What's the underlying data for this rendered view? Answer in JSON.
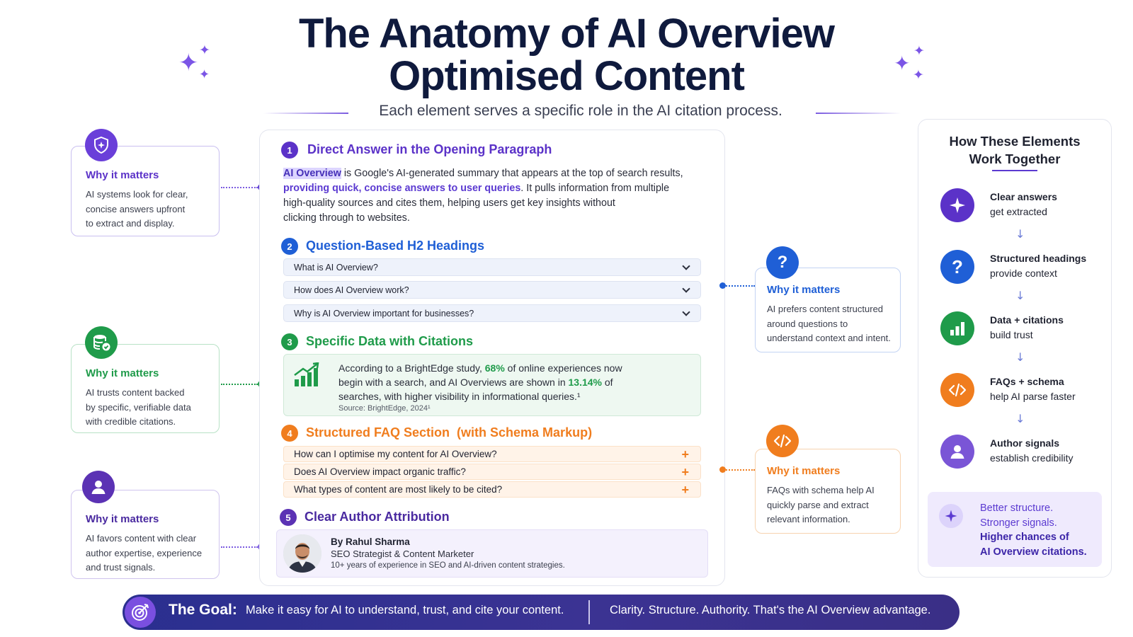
{
  "header": {
    "title_line1": "The Anatomy of AI Overview",
    "title_line2": "Optimised Content",
    "subtitle": "Each element serves a specific role in the AI citation process."
  },
  "colors": {
    "purple": "#6a3fd9",
    "blue": "#1f5fd6",
    "green": "#1f9b4a",
    "orange": "#f07d1e",
    "author": "#5b32b4",
    "navy": "#0f1a3d"
  },
  "left_cards": [
    {
      "icon": "shield-sparkle-icon",
      "title": "Why it matters",
      "line1": "AI systems look for clear,",
      "line2": "concise answers upfront",
      "line3": "to extract and display."
    },
    {
      "icon": "database-check-icon",
      "title": "Why it matters",
      "line1": "AI trusts content backed",
      "line2": "by specific, verifiable data",
      "line3": "with credible citations."
    },
    {
      "icon": "user-icon",
      "title": "Why it matters",
      "line1": "AI favors content with clear",
      "line2": "author expertise, experience",
      "line3": "and trust signals."
    }
  ],
  "right_cards": [
    {
      "icon": "question-icon",
      "title": "Why it matters",
      "line1": "AI prefers content structured",
      "line2": "around questions to",
      "line3": "understand context and intent."
    },
    {
      "icon": "code-icon",
      "title": "Why it matters",
      "line1": "FAQs with schema help AI",
      "line2": "quickly parse and extract",
      "line3": "relevant information."
    }
  ],
  "sections": {
    "s1": {
      "num": "1",
      "title": "Direct Answer in the Opening Paragraph",
      "term": "AI Overview",
      "text1": " is Google's AI-generated summary that appears at the top of search results,",
      "highlight": "providing quick, concise answers to user queries",
      "text2": ". It pulls information from multiple",
      "text3": "high-quality sources and cites them, helping users get key insights without",
      "text4": "clicking through to websites."
    },
    "s2": {
      "num": "2",
      "title": "Question-Based H2 Headings",
      "questions": [
        "What is AI Overview?",
        "How does AI Overview work?",
        "Why is AI Overview important for businesses?"
      ]
    },
    "s3": {
      "num": "3",
      "title": "Specific Data with Citations",
      "l1a": "According to a BrightEdge study, ",
      "stat1": "68%",
      "l1b": " of online experiences now",
      "l2a": "begin with a search, and AI Overviews are shown in ",
      "stat2": "13.14%",
      "l2b": " of",
      "l3": "searches, with higher visibility in informational queries.¹",
      "source": "Source: BrightEdge, 2024¹"
    },
    "s4": {
      "num": "4",
      "title": "Structured FAQ Section  (with Schema Markup)",
      "faqs": [
        "How can I optimise my content for AI Overview?",
        "Does AI Overview impact organic traffic?",
        "What types of content are most likely to be cited?"
      ],
      "plus": "+"
    },
    "s5": {
      "num": "5",
      "title": "Clear Author Attribution",
      "author": "By Rahul Sharma",
      "role": "SEO Strategist & Content Marketer",
      "bio": "10+ years of experience in SEO and AI-driven content strategies."
    }
  },
  "flow": {
    "title_line1": "How These Elements",
    "title_line2": "Work Together",
    "arrow": "↓",
    "items": [
      {
        "icon": "sparkle-icon",
        "bold": "Clear answers",
        "rest": "get extracted"
      },
      {
        "icon": "question-icon",
        "bold": "Structured headings",
        "rest": "provide context"
      },
      {
        "icon": "bar-chart-icon",
        "bold": "Data + citations",
        "rest": "build trust"
      },
      {
        "icon": "code-icon",
        "bold": "FAQs + schema",
        "rest": "help AI parse faster"
      },
      {
        "icon": "user-icon",
        "bold": "Author signals",
        "rest": "establish credibility"
      }
    ],
    "summary": {
      "l1": "Better structure.",
      "l2": "Stronger signals.",
      "l3": "Higher chances of",
      "l4": "AI Overview citations."
    }
  },
  "goal": {
    "label": "The Goal:",
    "text": "Make it easy for AI to understand, trust, and cite your content.",
    "tagline": "Clarity. Structure. Authority. That's the AI Overview advantage."
  }
}
